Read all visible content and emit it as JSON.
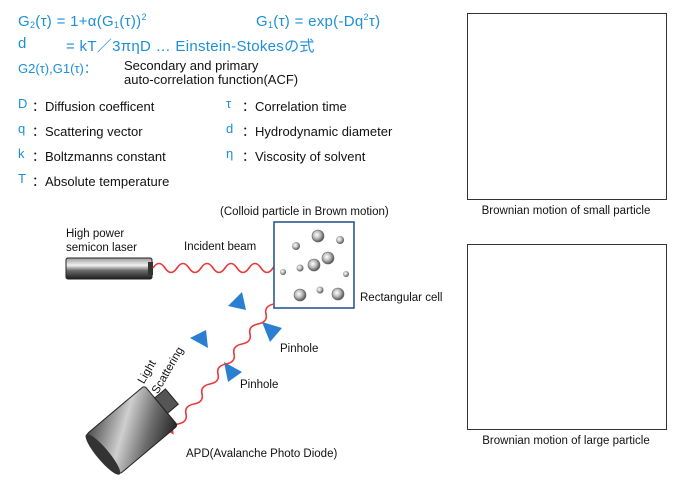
{
  "equations": {
    "g2_lhs": "G",
    "g2_arg": "(τ) = 1+α(G",
    "g2_inner": "(τ))",
    "g2_exp": "2",
    "g1_lhs": "G",
    "g1_rhs": "(τ) = exp(-Dq",
    "g1_exp": "2",
    "g1_tail": "τ)",
    "sub2": "2",
    "sub1": "1",
    "einstein_lhs": "d",
    "einstein_rhs": "= kT／3πηD … Einstein-Stokesの式"
  },
  "acf": {
    "symbols": "G2(τ),G1(τ)：",
    "line1": "Secondary and primary",
    "line2": "auto-correlation function(ACF)"
  },
  "legend_left": [
    {
      "sym": "D",
      "text": "：Diffusion coefficent"
    },
    {
      "sym": "q",
      "text": "：Scattering vector"
    },
    {
      "sym": "k",
      "text": "：Boltzmanns constant"
    },
    {
      "sym": "T",
      "text": "：Absolute temperature"
    }
  ],
  "legend_right": [
    {
      "sym": "τ",
      "text": "：Correlation time"
    },
    {
      "sym": "d",
      "text": "：Hydrodynamic diameter"
    },
    {
      "sym": "η",
      "text": "：Viscosity of solvent"
    }
  ],
  "diagram": {
    "colloid_caption": "(Colloid particle in Brown motion)",
    "laser_line1": "High power",
    "laser_line2": "semicon laser",
    "incident_beam": "Incident beam",
    "rect_cell": "Rectangular cell",
    "pinhole_upper": "Pinhole",
    "pinhole_lower": "Pinhole",
    "light_scattering_1": "Light",
    "light_scattering_2": "Scattering",
    "apd": "APD(Avalanche Photo Diode)"
  },
  "panels": {
    "small_caption": "Brownian motion of small particle",
    "large_caption": "Brownian motion of large particle"
  },
  "colors": {
    "accent": "#1c8fd8",
    "beam": "#e83a3a",
    "pinhole": "#2a7fd0",
    "cell_border": "#1f4e8a",
    "path_node": "#1f8fd6",
    "pink": "#e0337f"
  }
}
